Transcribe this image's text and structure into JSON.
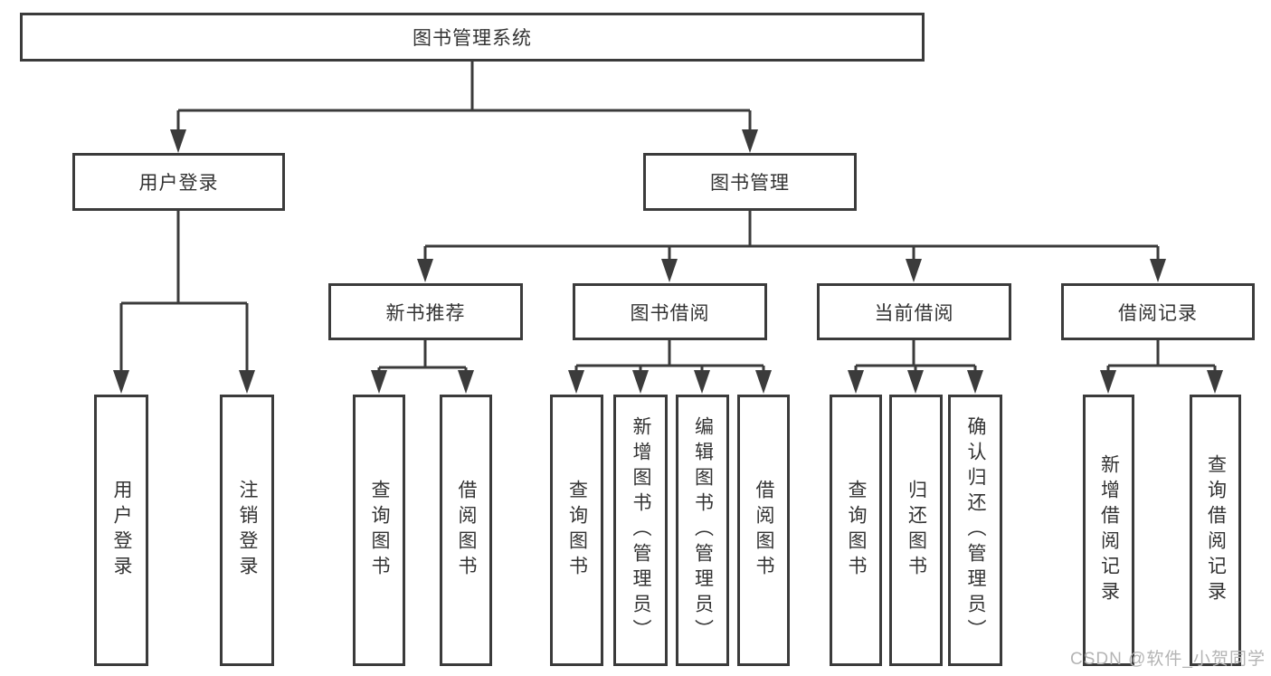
{
  "tree": {
    "label": "图书管理系统",
    "children": [
      {
        "label": "用户登录",
        "children": [
          {
            "label": "用户登录"
          },
          {
            "label": "注销登录"
          }
        ]
      },
      {
        "label": "图书管理",
        "children": [
          {
            "label": "新书推荐",
            "children": [
              {
                "label": "查询图书"
              },
              {
                "label": "借阅图书"
              }
            ]
          },
          {
            "label": "图书借阅",
            "children": [
              {
                "label": "查询图书"
              },
              {
                "label": "新增图书（管理员）"
              },
              {
                "label": "编辑图书（管理员）"
              },
              {
                "label": "借阅图书"
              }
            ]
          },
          {
            "label": "当前借阅",
            "children": [
              {
                "label": "查询图书"
              },
              {
                "label": "归还图书"
              },
              {
                "label": "确认归还（管理员）"
              }
            ]
          },
          {
            "label": "借阅记录",
            "children": [
              {
                "label": "新增借阅记录"
              },
              {
                "label": "查询借阅记录"
              }
            ]
          }
        ]
      }
    ]
  },
  "watermark": {
    "text": "CSDN @软件_小贺同学"
  },
  "colors": {
    "line": "#3b3b3b",
    "text": "#333333",
    "bg": "#ffffff",
    "watermark": "#b4b4b4"
  }
}
